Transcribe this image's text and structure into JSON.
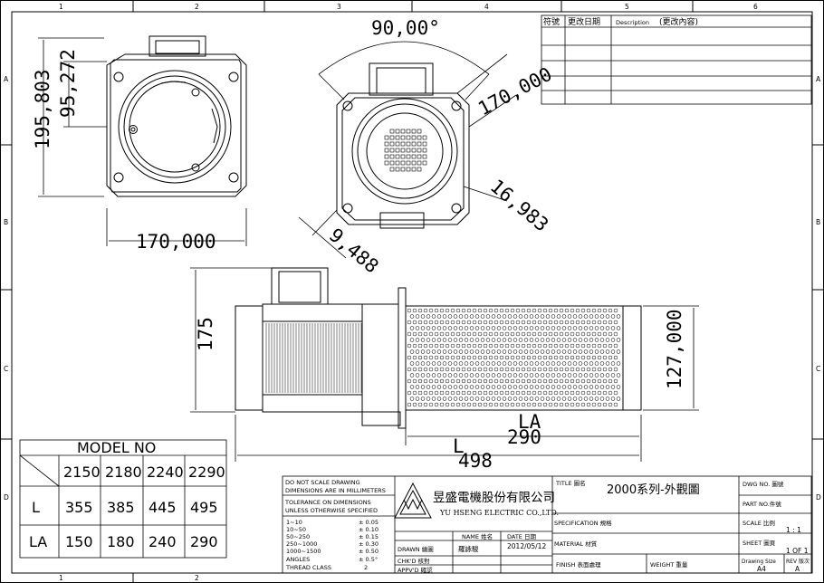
{
  "grid": {
    "cols_top": [
      "1",
      "2",
      "3",
      "4",
      "5",
      "6"
    ],
    "cols_bottom": [
      "1",
      "2"
    ],
    "rows": [
      "A",
      "B",
      "C",
      "D"
    ]
  },
  "dimensions": {
    "top_view_height": "195,803",
    "top_view_inner": "95,272",
    "top_view_width": "170,000",
    "angle": "90,00°",
    "diag_170": "170,000",
    "d_16983": "16,983",
    "d_9488": "9,488",
    "side_height": "175",
    "side_dia": "127,000",
    "la_label": "LA",
    "la_value": "290",
    "l_label": "L",
    "l_value": "498"
  },
  "model_table": {
    "title": "MODEL NO",
    "models": [
      "2150",
      "2180",
      "2240",
      "2290"
    ],
    "rows": [
      {
        "label": "L",
        "values": [
          "355",
          "385",
          "445",
          "495"
        ]
      },
      {
        "label": "LA",
        "values": [
          "150",
          "180",
          "240",
          "290"
        ]
      }
    ]
  },
  "revision_table": {
    "col1": "符號",
    "col2": "更改日期",
    "col3_en": "Description",
    "col3_zh": "(更改內容)"
  },
  "title_block": {
    "note1": "DO NOT SCALE DRAWING",
    "note2": "DIMENSIONS ARE IN MILLIMETERS",
    "tol1": "TOLERANCE ON DIMENSIONS",
    "tol2": "UNLESS OTHERWISE SPECIFIED",
    "tolerances": [
      {
        "range": "1~10",
        "tol": "± 0.05"
      },
      {
        "range": "10~50",
        "tol": "± 0.10"
      },
      {
        "range": "50~250",
        "tol": "± 0.15"
      },
      {
        "range": "250~1000",
        "tol": "± 0.30"
      },
      {
        "range": "1000~1500",
        "tol": "± 0.50"
      },
      {
        "range": "ANGLES",
        "tol": "± 0.5°"
      },
      {
        "range": "THREAD CLASS",
        "tol": "2"
      }
    ],
    "company_zh": "昱盛電機股份有限公司",
    "company_en": "YU HSENG ELECTRIC CO.,LTD.",
    "name_hdr": "NAME 姓名",
    "date_hdr": "DATE 日期",
    "drawn_label": "DRAWN 繪圖",
    "drawn_name": "羅詠駿",
    "drawn_date": "2012/05/12",
    "chkd_label": "CHK'D  核對",
    "appvd_label": "APPV'D 確認",
    "title_label": "TITLE 圖名",
    "title_value": "2000系列-外觀圖",
    "spec_label": "SPECIFICATION 規格",
    "material_label": "MATERIAL 材質",
    "finish_label": "FINISH 表面處理",
    "weight_label": "WEIGHT 重量",
    "dwg_label": "DWG NO. 圖號",
    "part_label": "PART NO.件號",
    "scale_label": "SCALE 比例",
    "scale_value": "1 : 1",
    "sheet_label": "SHEET 圖頁",
    "sheet_value": "1 OF 1",
    "size_label": "Drawing Size",
    "size_value": "A4",
    "rev_label": "REV 版次",
    "rev_value": "A"
  }
}
